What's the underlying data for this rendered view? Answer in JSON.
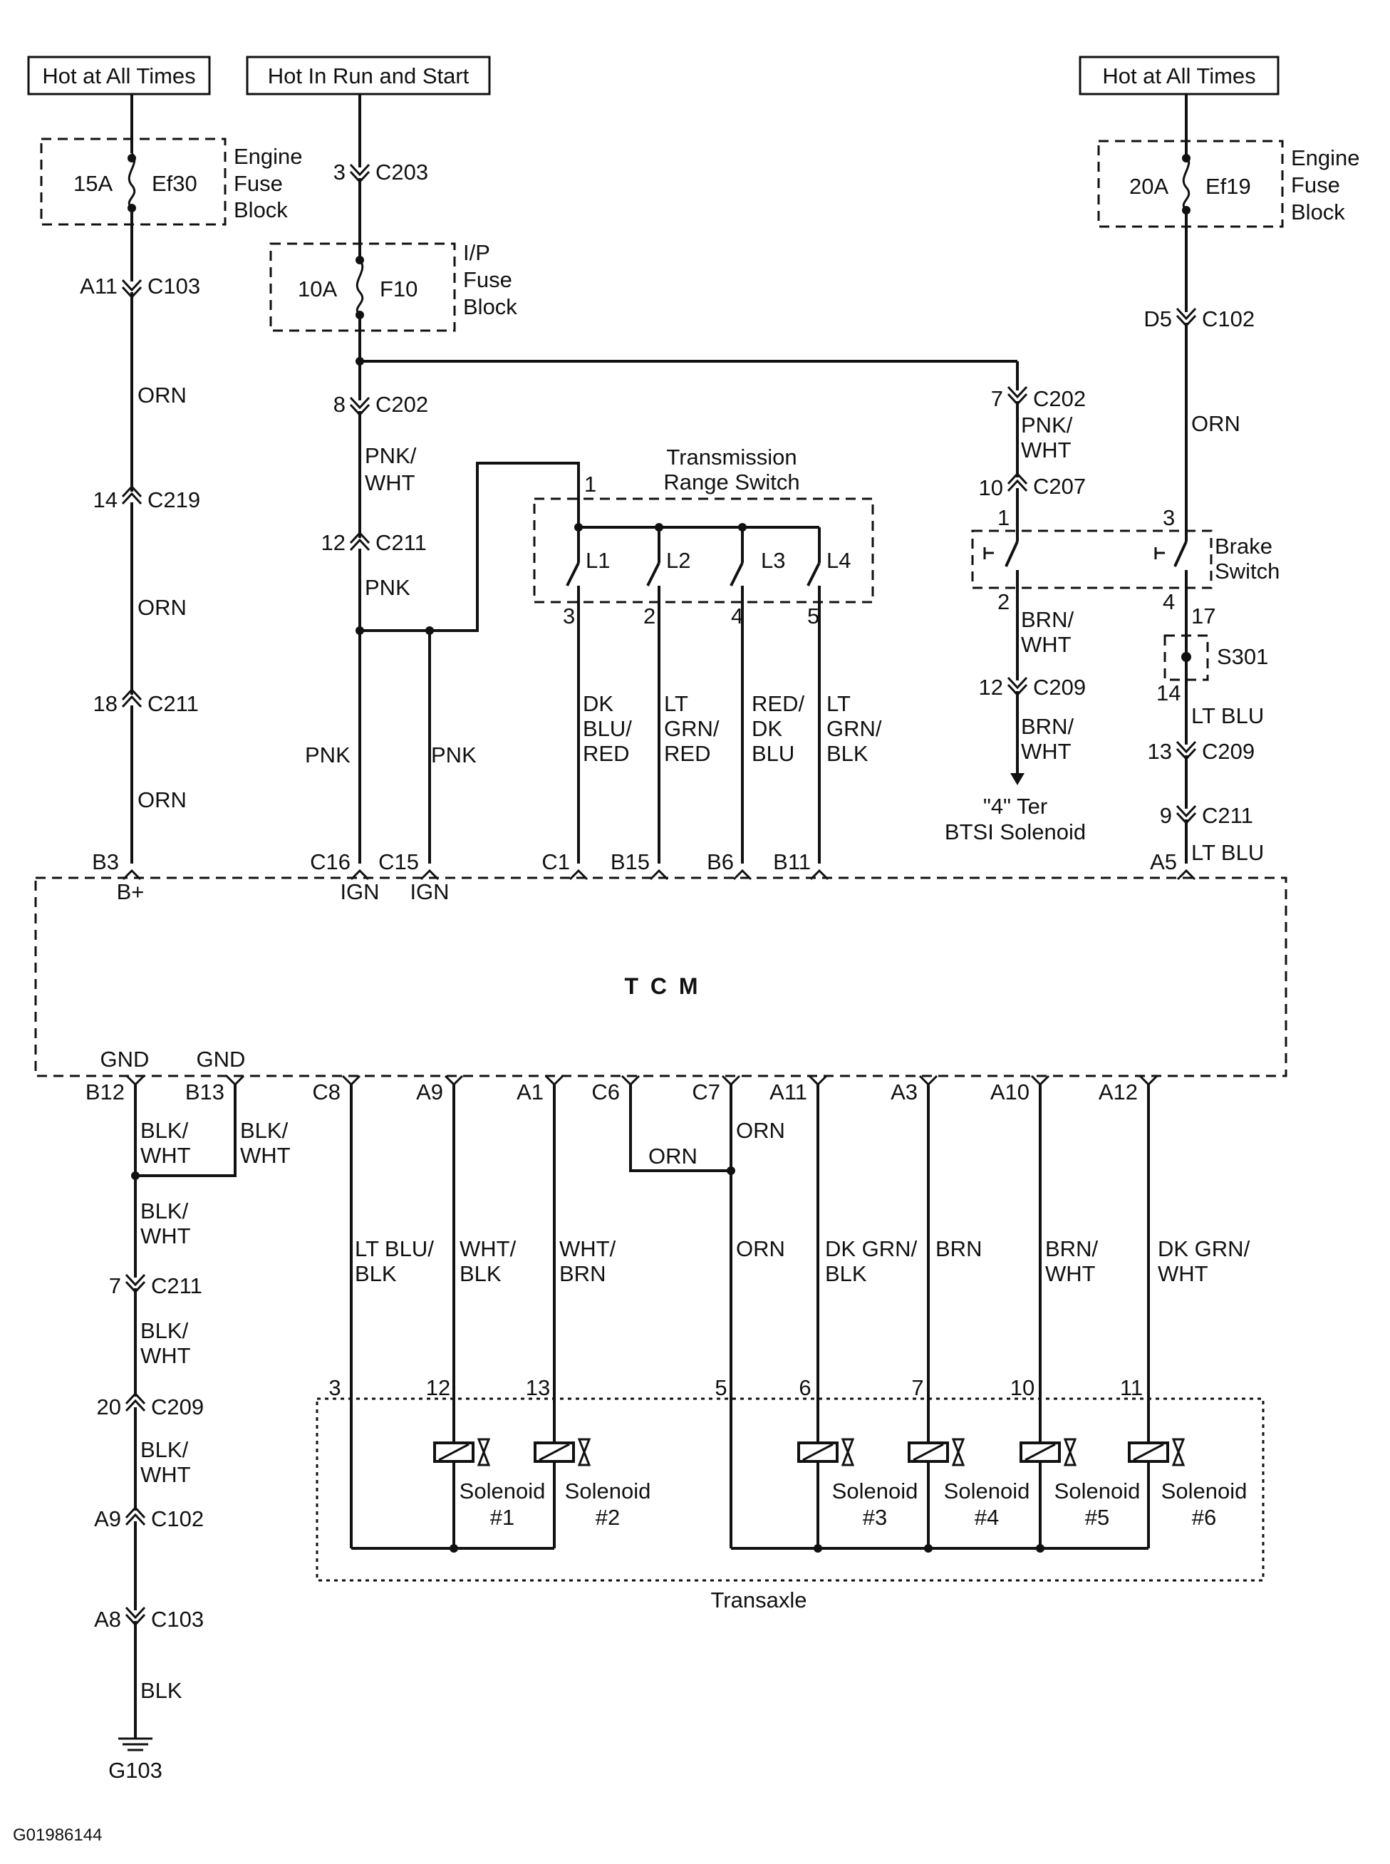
{
  "sources": {
    "hot_at_all_times_left": "Hot at All Times",
    "hot_in_run_and_start": "Hot In Run and Start",
    "hot_at_all_times_right": "Hot at All Times"
  },
  "fuses": {
    "ef30": {
      "amps": "15A",
      "name": "Ef30",
      "block": [
        "Engine",
        "Fuse",
        "Block"
      ]
    },
    "f10": {
      "amps": "10A",
      "name": "F10",
      "block": [
        "I/P",
        "Fuse",
        "Block"
      ]
    },
    "ef19": {
      "amps": "20A",
      "name": "Ef19",
      "block": [
        "Engine",
        "Fuse",
        "Block"
      ]
    }
  },
  "connectors": {
    "c203": {
      "pin": "3",
      "name": "C203"
    },
    "c103_a11": {
      "pin": "A11",
      "name": "C103"
    },
    "c219": {
      "pin": "14",
      "name": "C219"
    },
    "c211_18": {
      "pin": "18",
      "name": "C211"
    },
    "c202_8": {
      "pin": "8",
      "name": "C202"
    },
    "c211_12": {
      "pin": "12",
      "name": "C211"
    },
    "c202_7": {
      "pin": "7",
      "name": "C202"
    },
    "c207": {
      "pin": "10",
      "name": "C207"
    },
    "c209_12": {
      "pin": "12",
      "name": "C209"
    },
    "c102_d5": {
      "pin": "D5",
      "name": "C102"
    },
    "c209_13": {
      "pin": "13",
      "name": "C209"
    },
    "c211_9": {
      "pin": "9",
      "name": "C211"
    },
    "c211_7": {
      "pin": "7",
      "name": "C211"
    },
    "c209_20": {
      "pin": "20",
      "name": "C209"
    },
    "c102_a9": {
      "pin": "A9",
      "name": "C102"
    },
    "c103_a8": {
      "pin": "A8",
      "name": "C103"
    }
  },
  "wires": {
    "orn_1": "ORN",
    "orn_2": "ORN",
    "orn_3": "ORN",
    "pnk_wht_1": [
      "PNK/",
      "WHT"
    ],
    "pnk_1": "PNK",
    "pnk_2": "PNK",
    "pnk_3": "PNK",
    "dk_blu_red": [
      "DK",
      "BLU/",
      "RED"
    ],
    "lt_grn_red": [
      "LT",
      "GRN/",
      "RED"
    ],
    "red_dk_blu": [
      "RED/",
      "DK",
      "BLU"
    ],
    "lt_grn_blk": [
      "LT",
      "GRN/",
      "BLK"
    ],
    "pnk_wht_2": [
      "PNK/",
      "WHT"
    ],
    "brn_wht_1": [
      "BRN/",
      "WHT"
    ],
    "brn_wht_2": [
      "BRN/",
      "WHT"
    ],
    "orn_right": "ORN",
    "lt_blu_1": "LT BLU",
    "lt_blu_2": "LT BLU",
    "blk_wht_1": [
      "BLK/",
      "WHT"
    ],
    "blk_wht_2": [
      "BLK/",
      "WHT"
    ],
    "blk_wht_3": [
      "BLK/",
      "WHT"
    ],
    "blk_wht_4": [
      "BLK/",
      "WHT"
    ],
    "blk_wht_5": [
      "BLK/",
      "WHT"
    ],
    "blk": "BLK",
    "lt_blu_blk": [
      "LT BLU/",
      "BLK"
    ],
    "wht_blk": [
      "WHT/",
      "BLK"
    ],
    "wht_brn": [
      "WHT/",
      "BRN"
    ],
    "orn_c6": "ORN",
    "orn_c7": "ORN",
    "orn_trans": "ORN",
    "dk_grn_blk": [
      "DK GRN/",
      "BLK"
    ],
    "brn": "BRN",
    "brn_wht_3": [
      "BRN/",
      "WHT"
    ],
    "dk_grn_wht": [
      "DK GRN/",
      "WHT"
    ]
  },
  "trs": {
    "title": [
      "Transmission",
      "Range Switch"
    ],
    "input_pin": "1",
    "contacts": [
      "L1",
      "L2",
      "L3",
      "L4"
    ],
    "pins": [
      "3",
      "2",
      "4",
      "5"
    ]
  },
  "brake_switch": {
    "label": [
      "Brake",
      "Switch"
    ],
    "pins": [
      "1",
      "2",
      "3",
      "4"
    ]
  },
  "splice": {
    "name": "S301",
    "pin_in": "17",
    "pin_out": "14"
  },
  "btsi": [
    "\"4\" Ter",
    "BTSI Solenoid"
  ],
  "tcm": {
    "name": "T C M",
    "top_pins": [
      "B3",
      "C16",
      "C15",
      "C1",
      "B15",
      "B6",
      "B11",
      "A5"
    ],
    "top_pin_labels": {
      "b3": "B+",
      "c16": "IGN",
      "c15": "IGN"
    },
    "gnd_labels": [
      "GND",
      "GND"
    ],
    "bottom_pins": [
      "B12",
      "B13",
      "C8",
      "A9",
      "A1",
      "C6",
      "C7",
      "A11",
      "A3",
      "A10",
      "A12"
    ]
  },
  "transaxle": {
    "name": "Transaxle",
    "pins": [
      "3",
      "12",
      "13",
      "5",
      "6",
      "7",
      "10",
      "11"
    ],
    "solenoids": [
      {
        "label": "Solenoid",
        "num": "#1"
      },
      {
        "label": "Solenoid",
        "num": "#2"
      },
      {
        "label": "Solenoid",
        "num": "#3"
      },
      {
        "label": "Solenoid",
        "num": "#4"
      },
      {
        "label": "Solenoid",
        "num": "#5"
      },
      {
        "label": "Solenoid",
        "num": "#6"
      }
    ]
  },
  "ground": "G103",
  "figure_id": "G01986144"
}
